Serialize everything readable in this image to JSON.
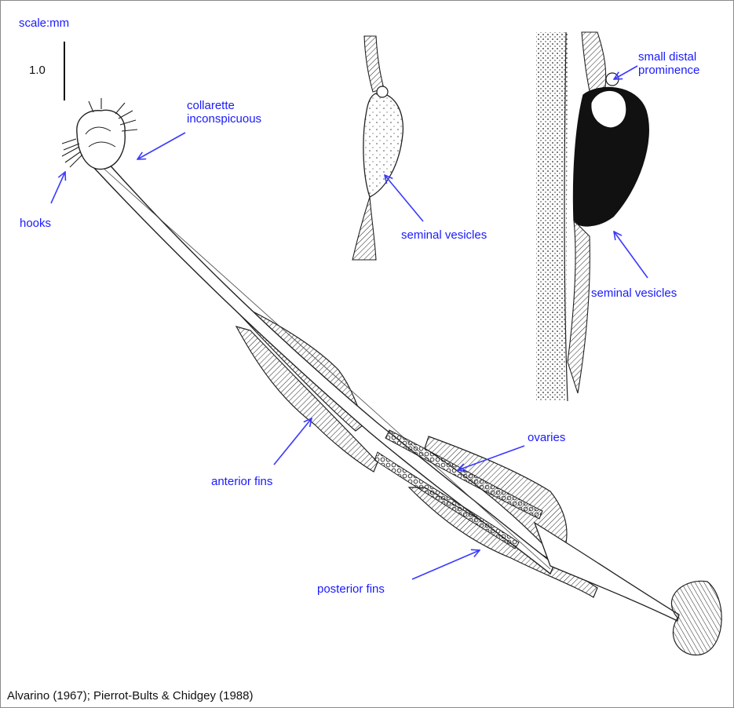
{
  "scale": {
    "title": "scale:mm",
    "value": "1.0"
  },
  "labels": {
    "collarette": [
      "collarette",
      "inconspicuous"
    ],
    "hooks": "hooks",
    "seminal_vesicles_1": "seminal vesicles",
    "small_distal_prominence": [
      "small distal",
      "prominence"
    ],
    "seminal_vesicles_2": "seminal vesicles",
    "ovaries": "ovaries",
    "anterior_fins": "anterior fins",
    "posterior_fins": "posterior fins"
  },
  "caption": "Alvarino (1967); Pierrot-Bults & Chidgey (1988)",
  "colors": {
    "label": "#1a1aff",
    "arrow": "#3a3aff",
    "ink": "#1a1a1a",
    "frame": "#8a8a8a"
  }
}
